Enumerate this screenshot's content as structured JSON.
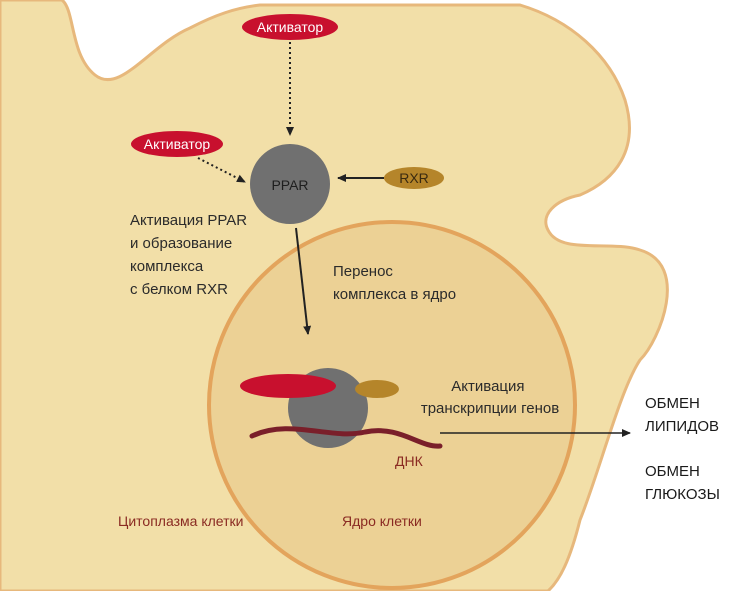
{
  "activator_top": "Активатор",
  "activator_left": "Активатор",
  "ppar": "PPAR",
  "rxr": "RXR",
  "activation_text": [
    "Активация PPAR",
    "и образование",
    "комплекса",
    "с белком RXR"
  ],
  "transfer_text": [
    "Перенос",
    "комплекса в ядро"
  ],
  "transcription_text": [
    "Активация",
    "транскрипции генов"
  ],
  "dna_label": "ДНК",
  "cytoplasm_label": "Цитоплазма клетки",
  "nucleus_label": "Ядро клетки",
  "output_lipids": [
    "ОБМЕН",
    "ЛИПИДОВ"
  ],
  "output_glucose": [
    "ОБМЕН",
    "ГЛЮКОЗЫ"
  ],
  "colors": {
    "cell_fill": "#f2dfa8",
    "cell_stroke": "#e7b87c",
    "nucleus_fill": "#ecd195",
    "nucleus_stroke": "#e3a45c",
    "activator": "#c8102e",
    "ppar": "#707070",
    "rxr": "#b5852a",
    "dna": "#7a1f2a"
  }
}
